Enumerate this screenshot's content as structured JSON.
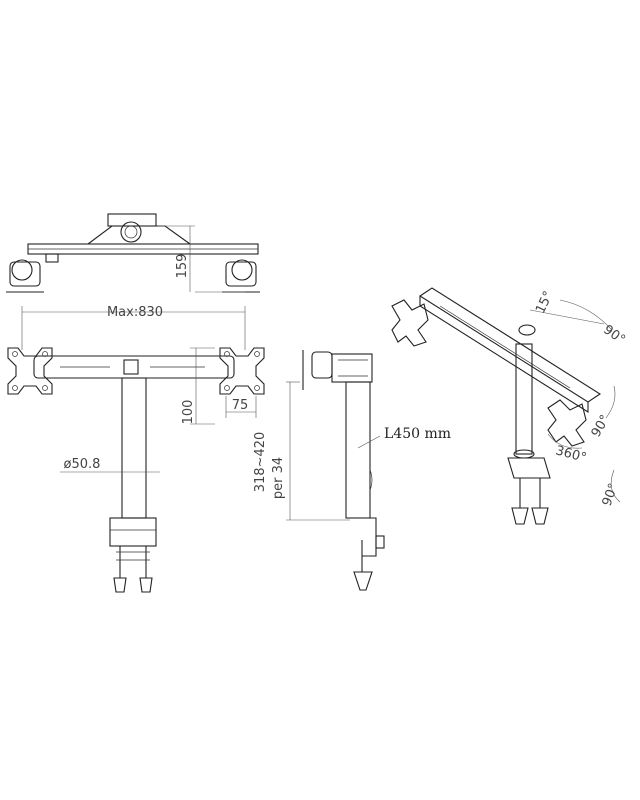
{
  "labels": {
    "height_top": "159",
    "max_width": "Max:830",
    "arm_height": "100",
    "vesa": "75",
    "pole_dia": "ø50.8",
    "adjust_range": "318~420",
    "adjust_step": "per 34",
    "pole_length": "L450 mm",
    "tilt_angle": "15°",
    "swivel_angle_top": "90°",
    "swivel_angle_right": "90°",
    "rotate_angle": "360°",
    "tilt_angle_side": "90°"
  }
}
